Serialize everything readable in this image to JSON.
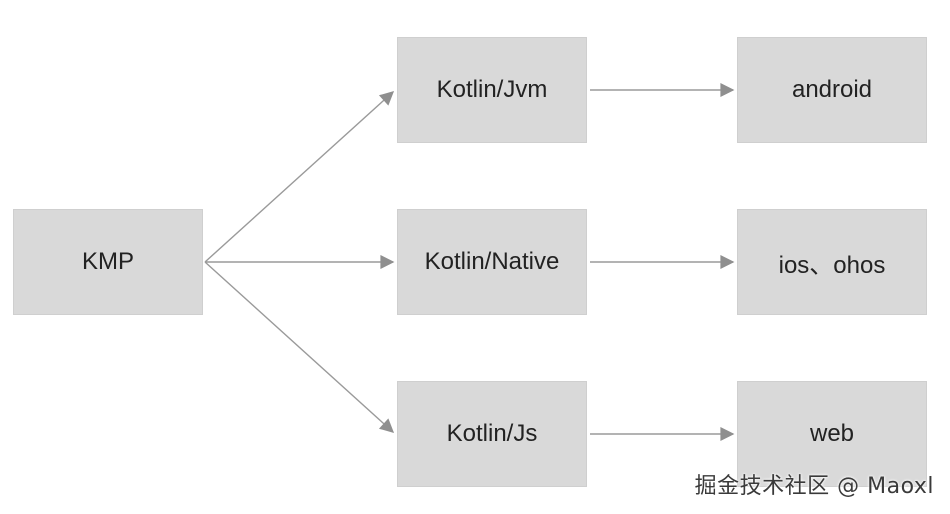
{
  "diagram": {
    "nodes": {
      "kmp": "KMP",
      "kotlin_jvm": "Kotlin/Jvm",
      "kotlin_native": "Kotlin/Native",
      "kotlin_js": "Kotlin/Js",
      "android": "android",
      "ios_ohos": "ios、ohos",
      "web": "web"
    },
    "edges": [
      {
        "from": "KMP",
        "to": "Kotlin/Jvm"
      },
      {
        "from": "KMP",
        "to": "Kotlin/Native"
      },
      {
        "from": "KMP",
        "to": "Kotlin/Js"
      },
      {
        "from": "Kotlin/Jvm",
        "to": "android"
      },
      {
        "from": "Kotlin/Native",
        "to": "ios、ohos"
      },
      {
        "from": "Kotlin/Js",
        "to": "web"
      }
    ],
    "colors": {
      "node_fill": "#d9d9d9",
      "edge": "#9a9a9a",
      "text": "#222222"
    }
  },
  "watermark": "掘金技术社区 @ Maoxl"
}
